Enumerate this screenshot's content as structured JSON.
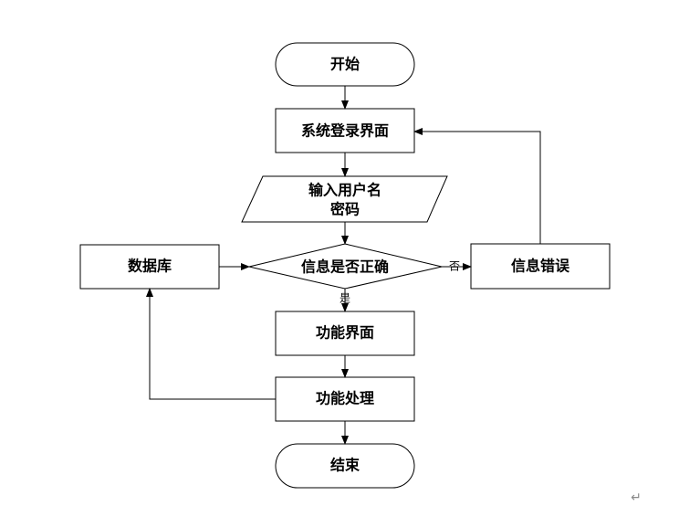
{
  "colors": {
    "stroke": "#000000",
    "fill": "#ffffff",
    "paragraph_mark": "#8a8a8a"
  },
  "nodes": {
    "start": "开始",
    "login": "系统登录界面",
    "input_line1": "输入用户名",
    "input_line2": "密码",
    "check": "信息是否正确",
    "database": "数据库",
    "error": "信息错误",
    "function_ui": "功能界面",
    "function_process": "功能处理",
    "end": "结束"
  },
  "edges": {
    "no_label": "否",
    "yes_label": "是"
  },
  "paragraph_mark": "↵",
  "icons": {
    "arrowhead": "arrowhead-icon",
    "paragraph_mark": "paragraph-mark-icon"
  }
}
